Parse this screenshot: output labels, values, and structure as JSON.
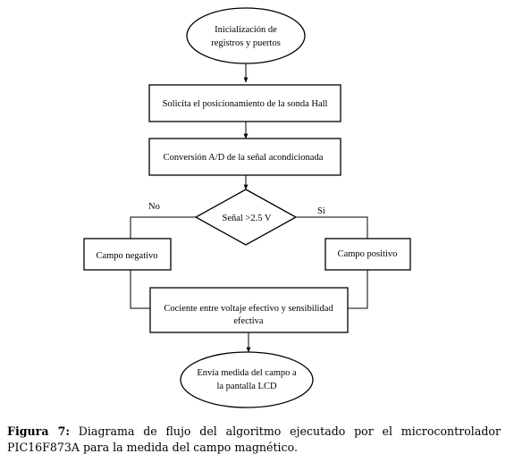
{
  "flowchart": {
    "start": {
      "line1": "Inicialización de",
      "line2": "registros y puertos"
    },
    "step1": "Solicita el posicionamiento de la sonda Hall",
    "step2": "Conversión A/D de la señal acondicionada",
    "decision": "Señal >2.5 V",
    "branch_no": "No",
    "branch_yes": "Si",
    "negative": "Campo negativo",
    "positive": "Campo positivo",
    "quotient": {
      "line1": "Cociente entre voltaje efectivo y sensibilidad",
      "line2": "efectiva"
    },
    "end": {
      "line1": "Envía medida del campo a",
      "line2": "la pantalla LCD"
    }
  },
  "caption": {
    "label": "Figura 7:",
    "text": " Diagrama de flujo del algoritmo ejecutado por el microcontrolador PIC16F873A para la medida del campo magnético."
  }
}
